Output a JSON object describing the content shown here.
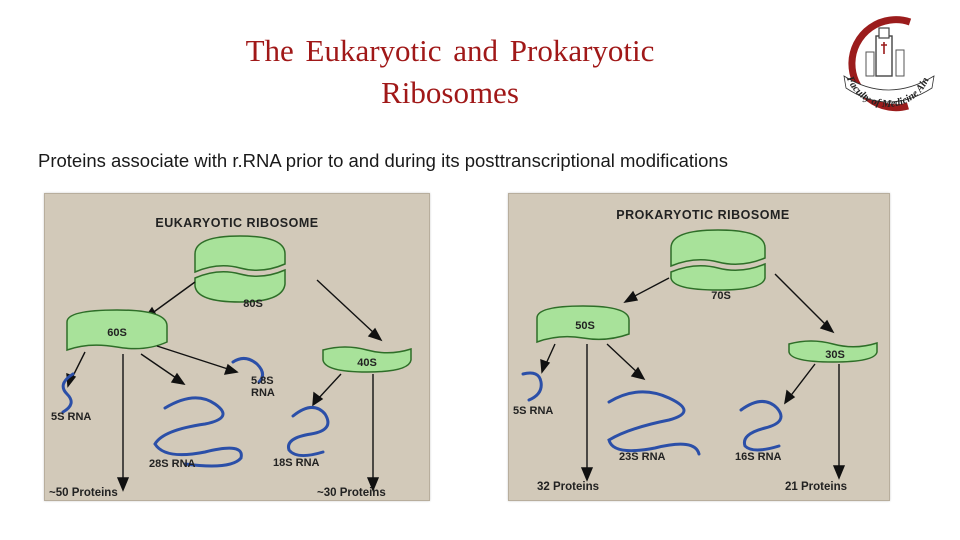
{
  "slide": {
    "title_line1": "The Eukaryotic and  Prokaryotic",
    "title_line2": "Ribosomes",
    "subtitle": "Proteins associate with r.RNA prior to and during its posttranscriptional modifications",
    "logo_text": "Faculty of Medicine Ain Shams University"
  },
  "eukaryotic": {
    "heading": "EUKARYOTIC RIBOSOME",
    "whole": "80S",
    "large": "60S",
    "small": "40S",
    "rna_5s": "5S RNA",
    "rna_58s_line1": "5.8S",
    "rna_58s_line2": "RNA",
    "rna_28s": "28S RNA",
    "rna_18s": "18S RNA",
    "proteins_large": "~50 Proteins",
    "proteins_small": "~30 Proteins"
  },
  "prokaryotic": {
    "heading": "PROKARYOTIC RIBOSOME",
    "whole": "70S",
    "large": "50S",
    "small": "30S",
    "rna_5s": "5S RNA",
    "rna_23s": "23S RNA",
    "rna_16s": "16S RNA",
    "proteins_large": "32 Proteins",
    "proteins_small": "21 Proteins"
  },
  "colors": {
    "title": "#a01818",
    "panel_bg": "#d2c9b9",
    "ribosome_fill": "#a8e29a",
    "ribosome_stroke": "#2e6e28",
    "rna_stroke": "#2b4fa8",
    "logo_red": "#9b1c1c"
  }
}
